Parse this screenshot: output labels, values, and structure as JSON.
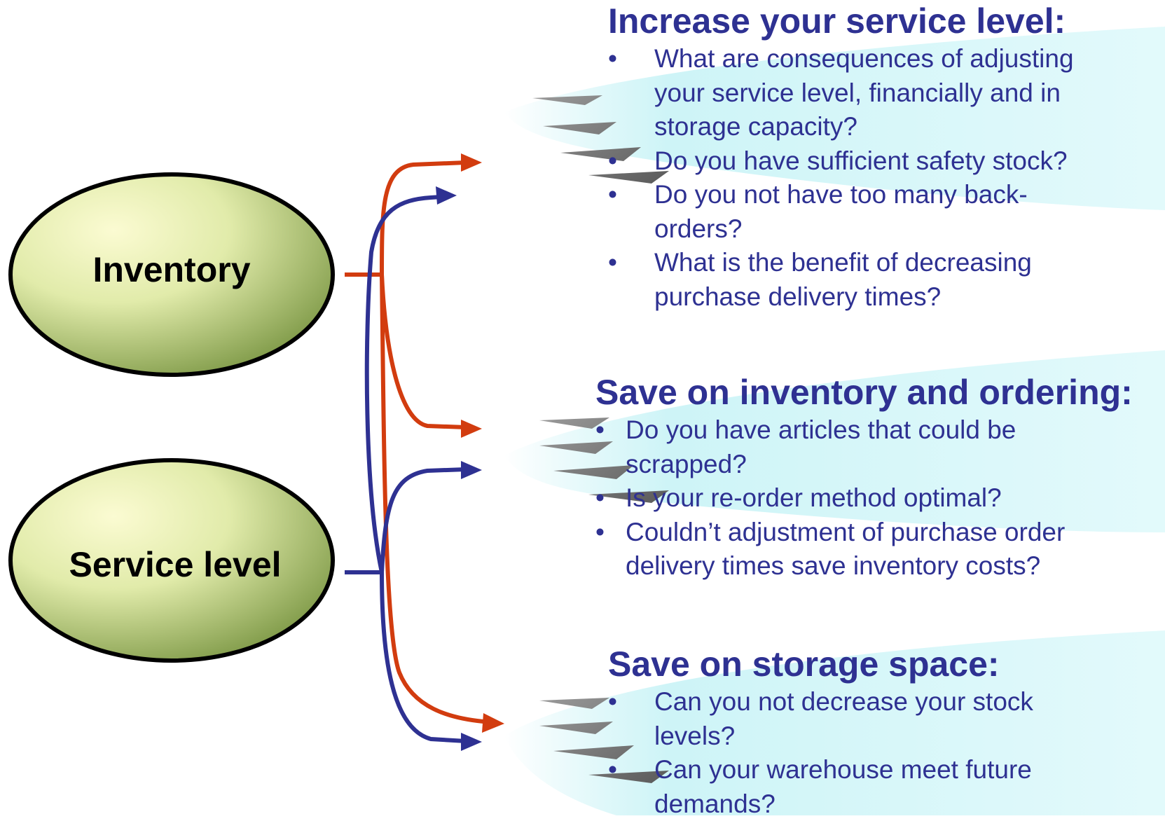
{
  "colors": {
    "title_text": "#2e3192",
    "node_text": "#000000",
    "inventory_arrow": "#d23c0f",
    "service_arrow": "#2e3192",
    "node_fill_light": "#fbfbd2",
    "node_fill_dark": "#7f9a48"
  },
  "nodes": {
    "inventory": {
      "label": "Inventory"
    },
    "service_level": {
      "label": "Service level"
    }
  },
  "sections": [
    {
      "title": "Increase your service level:",
      "bullets": [
        "What are consequences of adjusting your service level, financially and in storage capacity?",
        "Do you have sufficient safety stock?",
        "Do you not have too many back-orders?",
        "What is the benefit of decreasing purchase delivery times?"
      ]
    },
    {
      "title": "Save on inventory and ordering:",
      "bullets": [
        "Do you have articles that could be scrapped?",
        "Is your re-order method optimal?",
        "Couldn’t adjustment of purchase order delivery times save inventory costs?"
      ]
    },
    {
      "title": "Save on storage space:",
      "bullets": [
        "Can you not decrease your stock levels?",
        "Can your warehouse meet future demands?"
      ]
    }
  ],
  "bullet_glyph": "•",
  "decorations": [
    "swoosh-graphic",
    "swoosh-graphic",
    "swoosh-graphic"
  ]
}
